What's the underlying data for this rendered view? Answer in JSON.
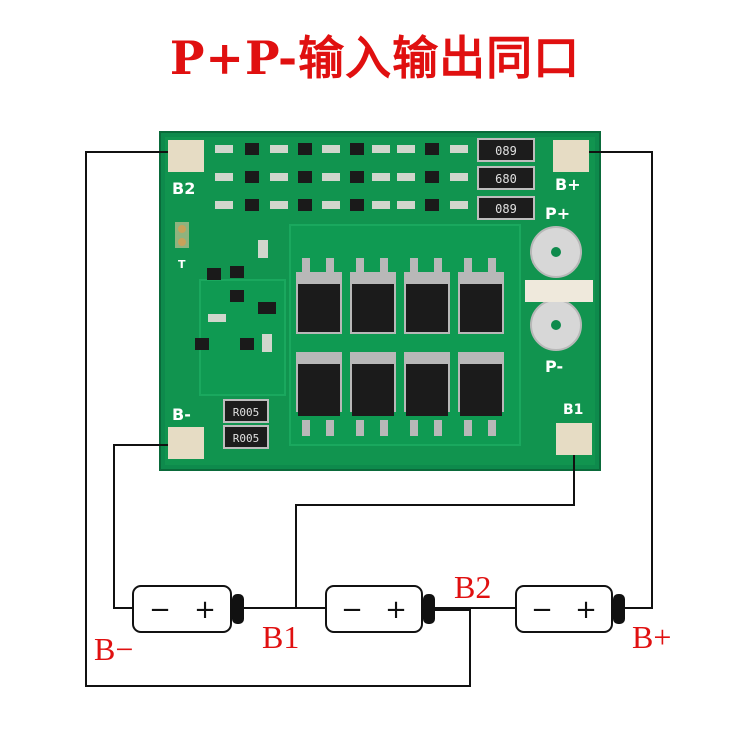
{
  "title": "P+P-输入输出同口",
  "pcb": {
    "pad_labels": {
      "b2": "B2",
      "b_plus": "B+",
      "p_plus": "P+",
      "p_minus": "P-",
      "b_minus": "B-",
      "b1": "B1",
      "t": "T"
    },
    "resistors": [
      "089",
      "680",
      "089",
      "R005",
      "R005"
    ]
  },
  "wiring_labels": {
    "b_minus": "B−",
    "b1": "B1",
    "b2": "B2",
    "b_plus": "B+"
  },
  "battery": {
    "minus_sign": "−",
    "plus_sign": "+"
  },
  "colors": {
    "title": "#e01010",
    "pcb_green": "#0e8a4c",
    "pad": "#e6dcc4",
    "wire": "#111111"
  }
}
